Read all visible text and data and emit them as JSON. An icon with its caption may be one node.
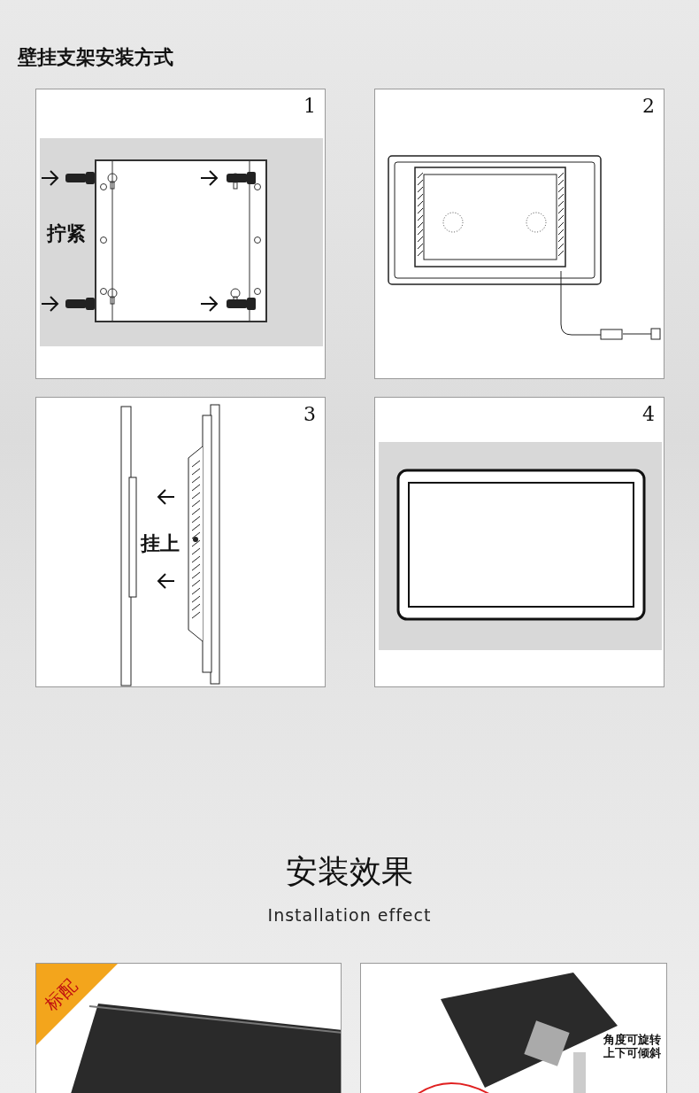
{
  "diagram": {
    "title": "壁挂支架安装方式",
    "nodes": [
      {
        "text": [
          "1",
          "拧紧"
        ]
      },
      {
        "text": [
          "2"
        ]
      },
      {
        "text": [
          "3",
          "挂上"
        ]
      },
      {
        "text": [
          "4"
        ]
      },
      {
        "text": [
          "标配"
        ]
      },
      {
        "text": [
          "角度可旋转上下可倾斜"
        ]
      }
    ],
    "labels": [
      "安装效果",
      "Installation effect"
    ]
  }
}
